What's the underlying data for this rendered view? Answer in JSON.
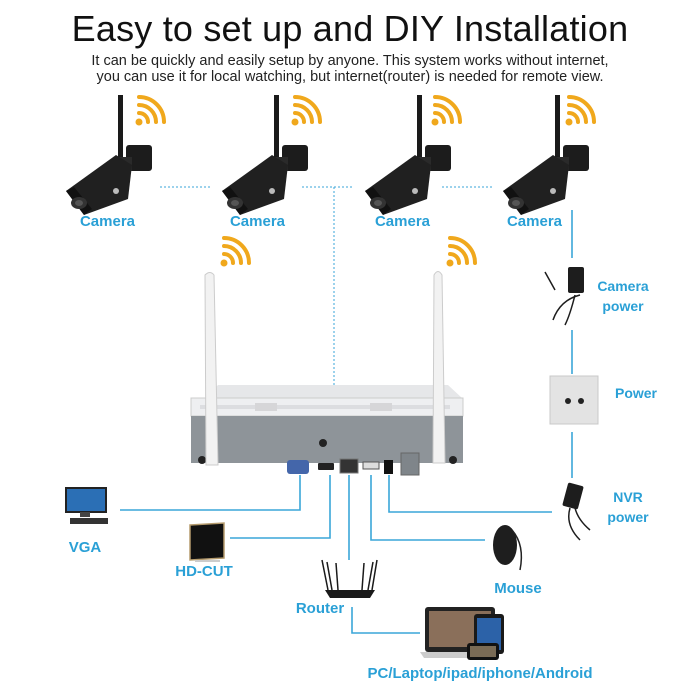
{
  "header": {
    "title": "Easy to set up and DIY Installation",
    "subtitle_line1": "It can be quickly and easily setup by anyone. This system works without internet,",
    "subtitle_line2": "you can use it for local watching, but internet(router) is needed for remote view."
  },
  "cameras": [
    {
      "label": "Camera",
      "icon": "bullet-camera-icon"
    },
    {
      "label": "Camera",
      "icon": "bullet-camera-icon"
    },
    {
      "label": "Camera",
      "icon": "bullet-camera-icon"
    },
    {
      "label": "Camera",
      "icon": "bullet-camera-icon"
    }
  ],
  "power_chain": {
    "camera_power": {
      "line1": "Camera",
      "line2": "power"
    },
    "power": "Power",
    "nvr_power": {
      "line1": "NVR",
      "line2": "power"
    }
  },
  "outputs": {
    "vga": "VGA",
    "hdcut": "HD-CUT",
    "router": "Router",
    "mouse": "Mouse",
    "devices": "PC/Laptop/ipad/iphone/Android"
  },
  "colors": {
    "accent": "#2aa0d6",
    "wifi": "#f0a81c",
    "line": "#3aa6d8"
  }
}
